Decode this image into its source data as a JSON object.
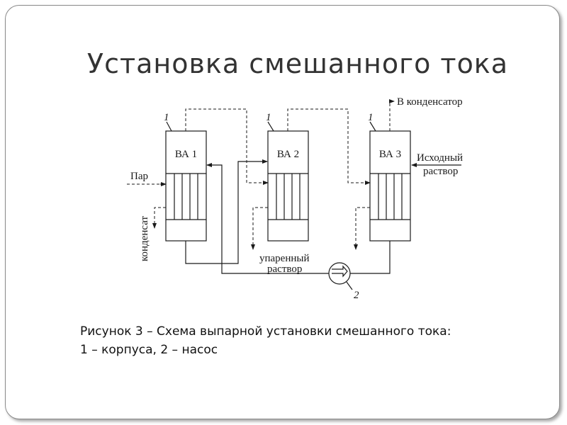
{
  "slide": {
    "title": "Установка смешанного тока"
  },
  "diagram": {
    "units": [
      {
        "label": "ВА 1",
        "callout": "1"
      },
      {
        "label": "ВА 2",
        "callout": "1"
      },
      {
        "label": "ВА 3",
        "callout": "1"
      }
    ],
    "pump_callout": "2",
    "labels": {
      "to_condenser": "В конденсатор",
      "feed_line1": "Исходный",
      "feed_line2": "раствор",
      "steam": "Пар",
      "condensate": "конденсат",
      "product_line1": "упаренный",
      "product_line2": "раствор"
    }
  },
  "caption": {
    "line1": "Рисунок 3 – Схема выпарной установки смешанного тока:",
    "line2": "1 – корпуса, 2 – насос"
  }
}
